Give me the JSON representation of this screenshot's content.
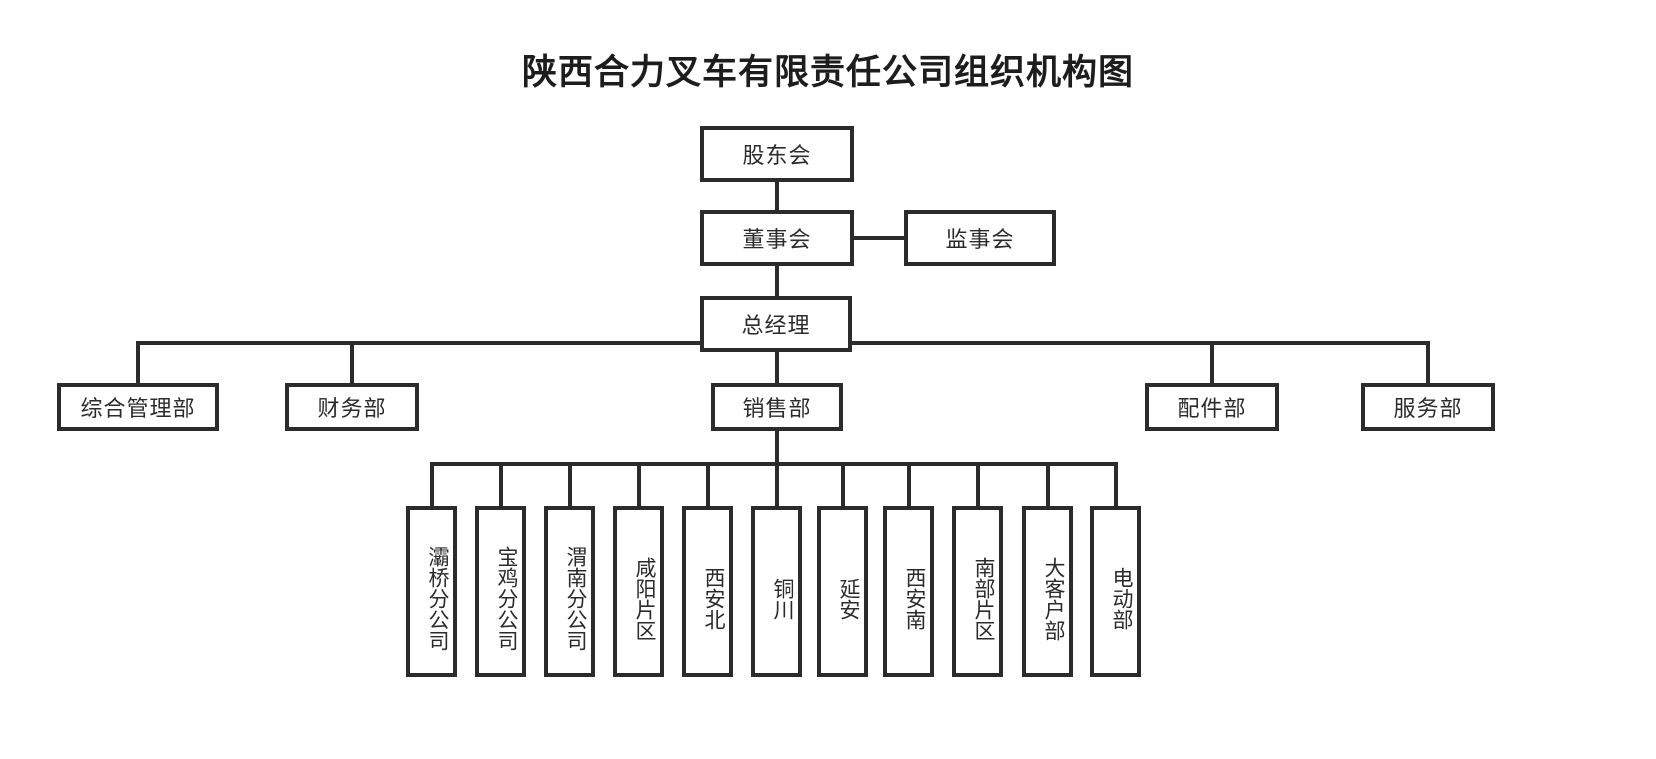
{
  "chart_data": {
    "type": "diagram",
    "diagram_kind": "org-chart",
    "title": "陕西合力叉车有限责任公司组织机构图",
    "colors": {
      "line": "#2b2b2b",
      "box_fill": "#ffffff",
      "text": "#2b2b2b",
      "title_text": "#1d1d1d",
      "background": "#ffffff"
    },
    "nodes": [
      {
        "id": "shareholders",
        "label": "股东会",
        "level": 0,
        "orientation": "horizontal"
      },
      {
        "id": "board",
        "label": "董事会",
        "level": 1,
        "orientation": "horizontal"
      },
      {
        "id": "supervisors",
        "label": "监事会",
        "level": 1,
        "orientation": "horizontal"
      },
      {
        "id": "gm",
        "label": "总经理",
        "level": 2,
        "orientation": "horizontal"
      },
      {
        "id": "admin",
        "label": "综合管理部",
        "level": 3,
        "orientation": "horizontal"
      },
      {
        "id": "finance",
        "label": "财务部",
        "level": 3,
        "orientation": "horizontal"
      },
      {
        "id": "sales",
        "label": "销售部",
        "level": 3,
        "orientation": "horizontal"
      },
      {
        "id": "parts",
        "label": "配件部",
        "level": 3,
        "orientation": "horizontal"
      },
      {
        "id": "service",
        "label": "服务部",
        "level": 3,
        "orientation": "horizontal"
      },
      {
        "id": "baqiao",
        "label": "灞桥分公司",
        "level": 4,
        "orientation": "vertical"
      },
      {
        "id": "baoji",
        "label": "宝鸡分公司",
        "level": 4,
        "orientation": "vertical"
      },
      {
        "id": "weinan",
        "label": "渭南分公司",
        "level": 4,
        "orientation": "vertical"
      },
      {
        "id": "xianyang",
        "label": "咸阳片区",
        "level": 4,
        "orientation": "vertical"
      },
      {
        "id": "xianbei",
        "label": "西安北",
        "level": 4,
        "orientation": "vertical"
      },
      {
        "id": "tongchuan",
        "label": "铜川",
        "level": 4,
        "orientation": "vertical"
      },
      {
        "id": "yanan",
        "label": "延安",
        "level": 4,
        "orientation": "vertical"
      },
      {
        "id": "xiannan",
        "label": "西安南",
        "level": 4,
        "orientation": "vertical"
      },
      {
        "id": "nanbu",
        "label": "南部片区",
        "level": 4,
        "orientation": "vertical"
      },
      {
        "id": "keyaccount",
        "label": "大客户部",
        "level": 4,
        "orientation": "vertical"
      },
      {
        "id": "electric",
        "label": "电动部",
        "level": 4,
        "orientation": "vertical"
      }
    ],
    "edges": [
      {
        "from": "shareholders",
        "to": "board"
      },
      {
        "from": "board",
        "to": "supervisors",
        "style": "lateral"
      },
      {
        "from": "board",
        "to": "gm"
      },
      {
        "from": "gm",
        "to": "admin"
      },
      {
        "from": "gm",
        "to": "finance"
      },
      {
        "from": "gm",
        "to": "sales"
      },
      {
        "from": "gm",
        "to": "parts"
      },
      {
        "from": "gm",
        "to": "service"
      },
      {
        "from": "sales",
        "to": "baqiao"
      },
      {
        "from": "sales",
        "to": "baoji"
      },
      {
        "from": "sales",
        "to": "weinan"
      },
      {
        "from": "sales",
        "to": "xianyang"
      },
      {
        "from": "sales",
        "to": "xianbei"
      },
      {
        "from": "sales",
        "to": "tongchuan"
      },
      {
        "from": "sales",
        "to": "yanan"
      },
      {
        "from": "sales",
        "to": "xiannan"
      },
      {
        "from": "sales",
        "to": "nanbu"
      },
      {
        "from": "sales",
        "to": "keyaccount"
      },
      {
        "from": "sales",
        "to": "electric"
      }
    ]
  },
  "chart": {
    "title": "陕西合力叉车有限责任公司组织机构图",
    "level0": {
      "shareholders": "股东会"
    },
    "level1": {
      "board": "董事会",
      "supervisors": "监事会"
    },
    "level2": {
      "gm": "总经理"
    },
    "departments": [
      {
        "label": "综合管理部"
      },
      {
        "label": "财务部"
      },
      {
        "label": "销售部"
      },
      {
        "label": "配件部"
      },
      {
        "label": "服务部"
      }
    ],
    "sales_units": [
      {
        "label": "灞桥分公司"
      },
      {
        "label": "宝鸡分公司"
      },
      {
        "label": "渭南分公司"
      },
      {
        "label": "咸阳片区"
      },
      {
        "label": "西安北"
      },
      {
        "label": "铜川"
      },
      {
        "label": "延安"
      },
      {
        "label": "西安南"
      },
      {
        "label": "南部片区"
      },
      {
        "label": "大客户部"
      },
      {
        "label": "电动部"
      }
    ]
  }
}
